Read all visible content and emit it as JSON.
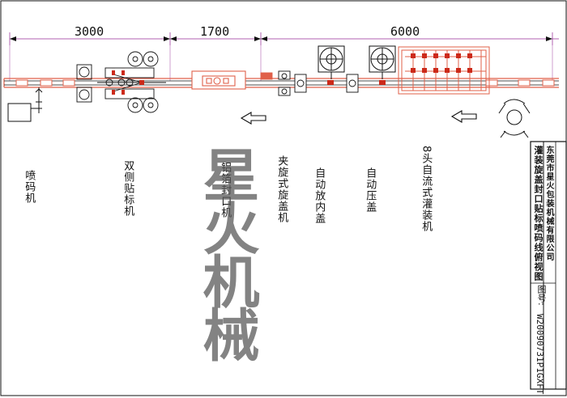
{
  "dimensions": {
    "seg1": "3000",
    "seg2": "1700",
    "seg3": "6000"
  },
  "stations": [
    "喷码机",
    "双侧贴标机",
    "铝箔封口机",
    "夹旋式旋盖机",
    "自动放内盖",
    "自动压盖",
    "8头自流式灌装机"
  ],
  "title_block": {
    "company": "东莞市星火包装机械有限公司",
    "title": "灌装旋盖封口贴标喷码线俯视图",
    "drawing_no_label": "图号:",
    "drawing_no": "W20090731P1GXFT"
  },
  "watermark": "星火机械",
  "colors": {
    "line": "#111111",
    "conveyor": "#e0604a",
    "accent": "#cc2a1a",
    "dim": "#b060b0"
  }
}
